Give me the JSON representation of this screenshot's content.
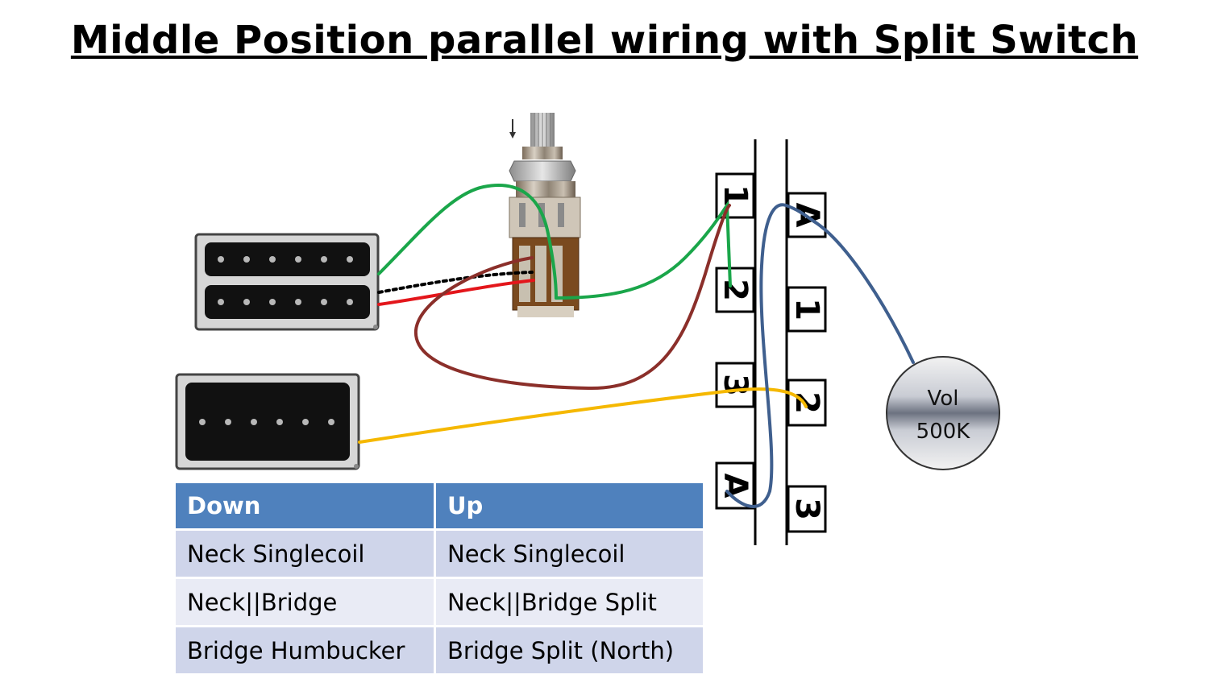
{
  "title": "Middle Position parallel wiring with Split Switch",
  "switch": {
    "left_column_labels": [
      "1",
      "2",
      "3",
      "A"
    ],
    "right_column_labels": [
      "A",
      "1",
      "2",
      "3"
    ]
  },
  "volume_pot": {
    "label_line1": "Vol",
    "label_line2": "500K"
  },
  "wire_colors": {
    "green": "#1aa64a",
    "red": "#e3161b",
    "black_dotted": "#000000",
    "brown": "#8b2f2a",
    "yellow": "#f5b800",
    "blue": "#3f5f8e"
  },
  "table": {
    "headers": [
      "Down",
      "Up"
    ],
    "rows": [
      [
        "Neck Singlecoil",
        "Neck Singlecoil"
      ],
      [
        "Neck||Bridge",
        "Neck||Bridge Split"
      ],
      [
        "Bridge Humbucker",
        "Bridge Split (North)"
      ]
    ]
  }
}
